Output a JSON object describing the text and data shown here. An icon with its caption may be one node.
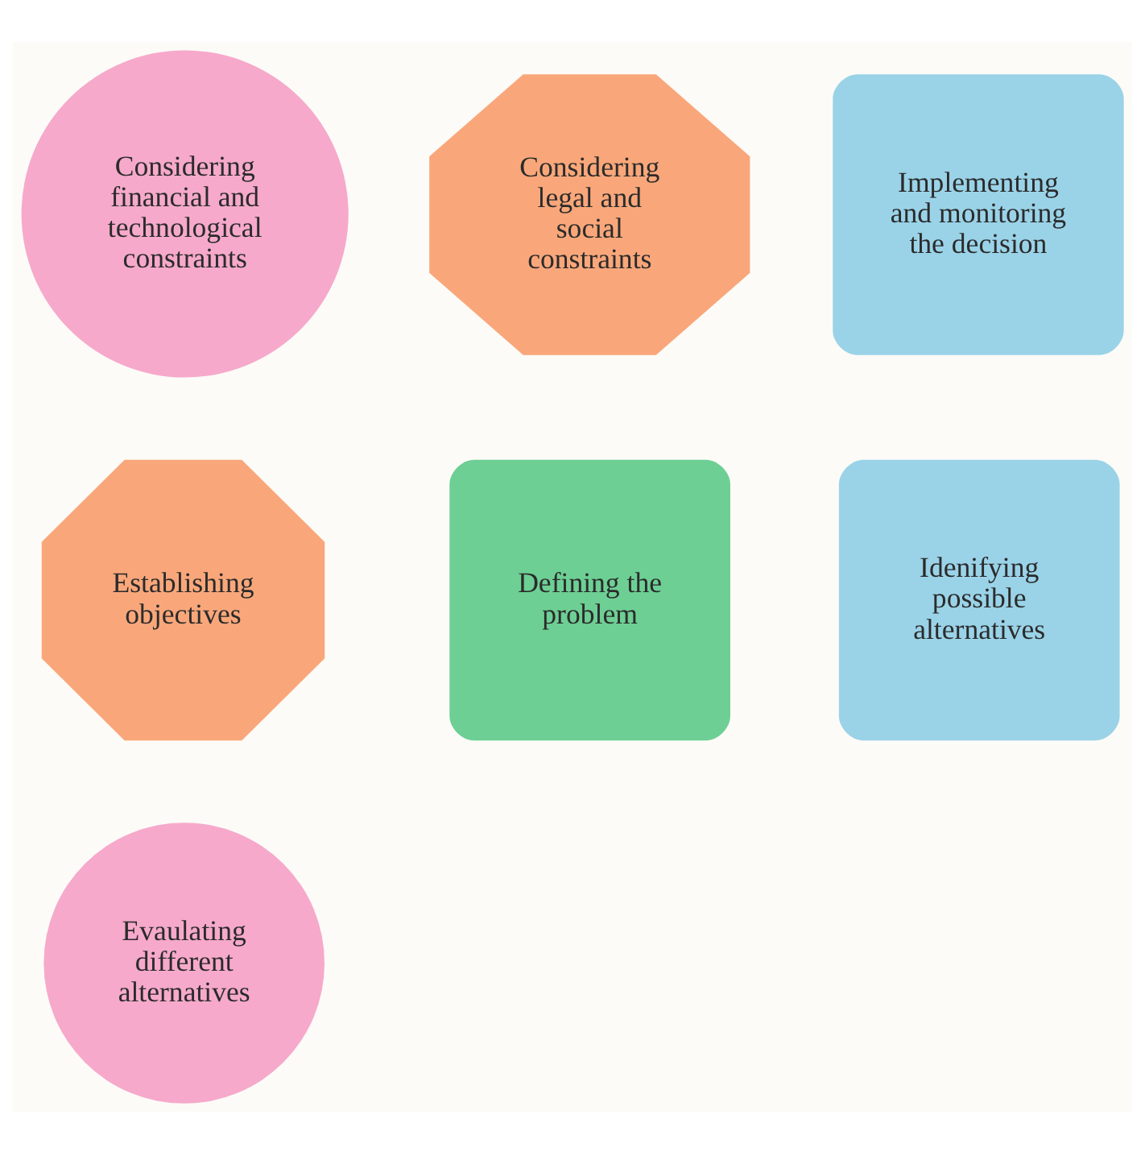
{
  "diagram": {
    "nodes": [
      {
        "text": [
          "Considering legal and social constraints"
        ]
      },
      {
        "text": [
          "Establishing objectives"
        ]
      },
      {
        "text": [
          "Considering financial and technological constraints"
        ]
      },
      {
        "text": [
          "Defining the problem"
        ]
      },
      {
        "text": [
          "Idenifying possible alternatives"
        ]
      },
      {
        "text": [
          "Implementing and monitoring the decision"
        ]
      },
      {
        "text": [
          "Evaulating different alternatives"
        ]
      }
    ]
  }
}
